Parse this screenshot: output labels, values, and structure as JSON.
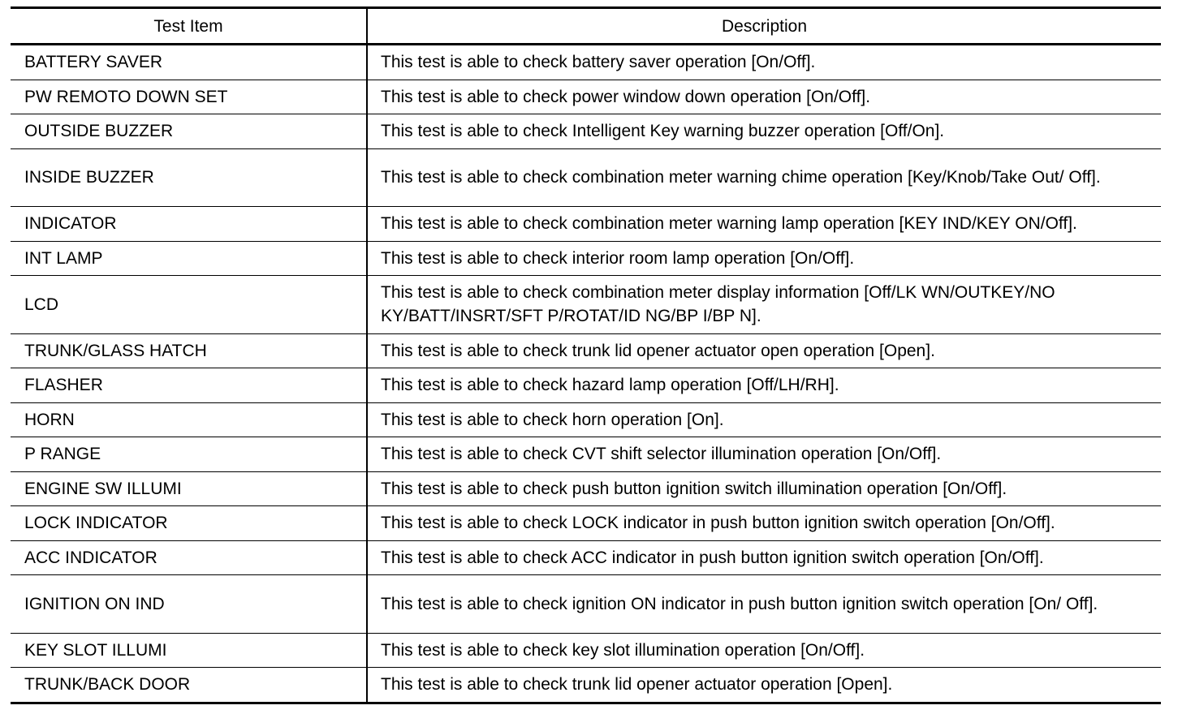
{
  "table": {
    "headers": [
      "Test Item",
      "Description"
    ],
    "rows": [
      {
        "item": "BATTERY SAVER",
        "description": "This test is able to check battery saver operation [On/Off]."
      },
      {
        "item": "PW REMOTO DOWN SET",
        "description": "This test is able to check power window down operation [On/Off]."
      },
      {
        "item": "OUTSIDE BUZZER",
        "description": "This test is able to check Intelligent Key warning buzzer operation [Off/On]."
      },
      {
        "item": "INSIDE BUZZER",
        "description": "This test is able to check combination meter warning chime operation [Key/Knob/Take Out/ Off]."
      },
      {
        "item": "INDICATOR",
        "description": "This test is able to check combination meter warning lamp operation [KEY IND/KEY ON/Off]."
      },
      {
        "item": "INT LAMP",
        "description": "This test is able to check interior room lamp operation [On/Off]."
      },
      {
        "item": "LCD",
        "description": "This test is able to check combination meter display information [Off/LK WN/OUTKEY/NO KY/BATT/INSRT/SFT P/ROTAT/ID NG/BP I/BP N]."
      },
      {
        "item": "TRUNK/GLASS HATCH",
        "description": "This test is able to check trunk lid opener actuator open operation [Open]."
      },
      {
        "item": "FLASHER",
        "description": "This test is able to check hazard lamp operation [Off/LH/RH]."
      },
      {
        "item": "HORN",
        "description": "This test is able to check horn operation [On]."
      },
      {
        "item": "P RANGE",
        "description": "This test is able to check CVT shift selector illumination operation [On/Off]."
      },
      {
        "item": "ENGINE SW ILLUMI",
        "description": "This test is able to check push button ignition switch illumination operation [On/Off]."
      },
      {
        "item": "LOCK INDICATOR",
        "description": "This test is able to check LOCK indicator in push button ignition switch operation [On/Off]."
      },
      {
        "item": "ACC INDICATOR",
        "description": "This test is able to check ACC indicator in push button ignition switch operation [On/Off]."
      },
      {
        "item": "IGNITION ON IND",
        "description": "This test is able to check ignition ON indicator in push button ignition switch operation [On/ Off]."
      },
      {
        "item": "KEY SLOT ILLUMI",
        "description": "This test is able to check key slot illumination operation [On/Off]."
      },
      {
        "item": "TRUNK/BACK DOOR",
        "description": "This test is able to check trunk lid opener actuator operation [Open]."
      }
    ]
  }
}
